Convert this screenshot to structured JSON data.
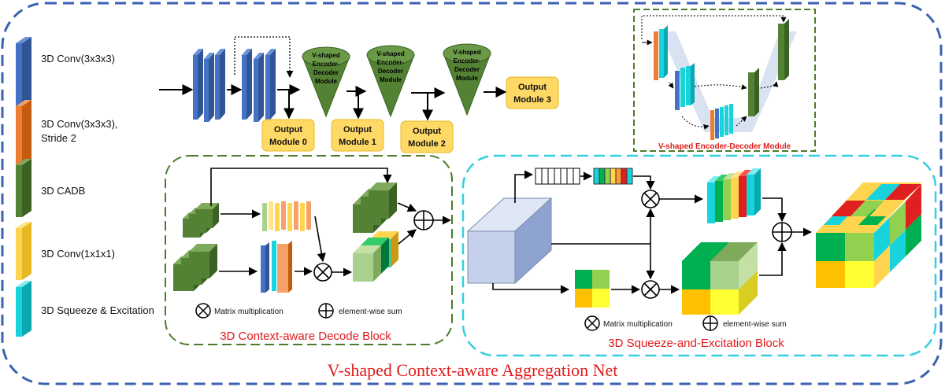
{
  "legend": [
    {
      "label_lines": [
        "3D Conv(3x3x3)"
      ],
      "color": "#4472c4"
    },
    {
      "label_lines": [
        "3D Conv(3x3x3),",
        "Stride 2"
      ],
      "color": "#ed7d31"
    },
    {
      "label_lines": [
        "3D CADB"
      ],
      "color": "#548235"
    },
    {
      "label_lines": [
        "3D Conv(1x1x1)"
      ],
      "color": "#ffd54f"
    },
    {
      "label_lines": [
        "3D Squeeze & Excitation"
      ],
      "color": "#19d3dc"
    }
  ],
  "vmodules": [
    {
      "lines": [
        "V-shaped",
        "Encoder-",
        "Decoder",
        "Module"
      ]
    },
    {
      "lines": [
        "V-shaped",
        "Encoder-",
        "Decoder",
        "Module"
      ]
    },
    {
      "lines": [
        "V-shaped",
        "Encoder-",
        "Decoder",
        "Module"
      ]
    }
  ],
  "output_modules": [
    {
      "lines": [
        "Output",
        "Module 0"
      ]
    },
    {
      "lines": [
        "Output",
        "Module 1"
      ]
    },
    {
      "lines": [
        "Output",
        "Module 2"
      ]
    },
    {
      "lines": [
        "Output",
        "Module 3"
      ]
    }
  ],
  "vmodule_detail_caption": "V-shaped Encoder-Decoder Module",
  "cadb_caption": "3D Context-aware Decode Block",
  "se_caption": "3D Squeeze-and-Excitation Block",
  "matmul_label": "Matrix multiplication",
  "sum_label": "element-wise sum",
  "main_title": "V-shaped Context-aware Aggregation Net",
  "colors": {
    "outer_border": "#3a62b0",
    "cadb_border": "#4e7a2a",
    "se_border": "#33cfe0",
    "caption_red": "#e01b1b"
  }
}
